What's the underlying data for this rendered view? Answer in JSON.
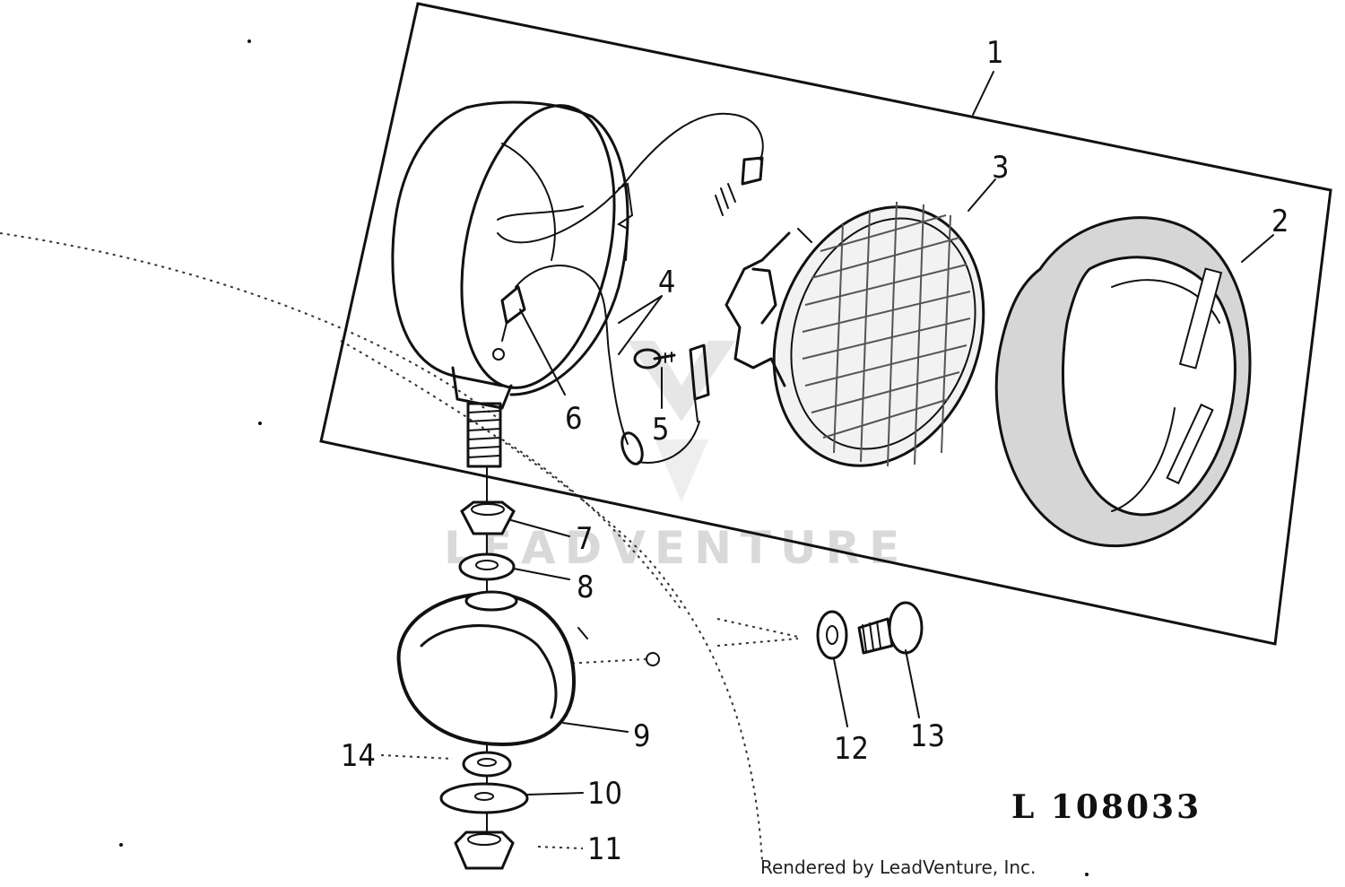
{
  "callouts": {
    "c1": "1",
    "c2": "2",
    "c3": "3",
    "c4": "4",
    "c5": "5",
    "c6": "6",
    "c7": "7",
    "c8": "8",
    "c9": "9",
    "c10": "10",
    "c11": "11",
    "c12": "12",
    "c13": "13",
    "c14": "14"
  },
  "drawing_number": "L 108033",
  "credit": "Rendered by LeadVenture, Inc.",
  "watermark": "LEADVENTURE"
}
